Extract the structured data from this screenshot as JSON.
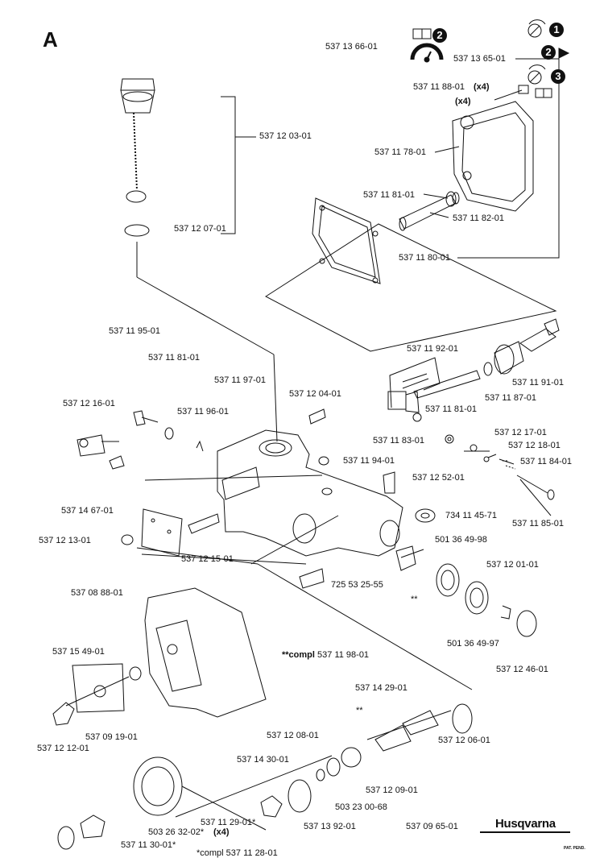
{
  "section": "A",
  "brand": "Husqvarna",
  "patent": "PAT. PEND.",
  "steps": [
    "1",
    "2",
    "3",
    "2"
  ],
  "footer_partial": "*compl 537 11 28-01",
  "parts": {
    "p_537136601": "537 13 66-01",
    "p_537136501": "537 13 65-01",
    "p_537118801": "537 11 88-01",
    "p_x4_a": "(x4)",
    "p_x4_b": "(x4)",
    "p_537120301": "537 12 03-01",
    "p_537117801": "537 11 78-01",
    "p_537118101a": "537 11 81-01",
    "p_537118201": "537 11 82-01",
    "p_537120701": "537 12 07-01",
    "p_537118001": "537 11 80-01",
    "p_537119501": "537 11 95-01",
    "p_537119201": "537 11 92-01",
    "p_537118101b": "537 11 81-01",
    "p_537119701": "537 11 97-01",
    "p_537119101": "537 11 91-01",
    "p_537120401": "537 12 04-01",
    "p_537121601": "537 12 16-01",
    "p_537119601": "537 11 96-01",
    "p_537118701": "537 11 87-01",
    "p_537118101c": "537 11 81-01",
    "p_537121701": "537 12 17-01",
    "p_537118301": "537 11 83-01",
    "p_537121801": "537 12 18-01",
    "p_537119401": "537 11 94-01",
    "p_537118401": "537 11 84-01",
    "p_537125201": "537 12 52-01",
    "p_537146701": "537 14 67-01",
    "p_734114571": "734 11 45-71",
    "p_537118501": "537 11 85-01",
    "p_537121301": "537 12 13-01",
    "p_501364998": "501 36 49-98",
    "p_537121501": "537 12 15-01",
    "p_537120101": "537 12 01-01",
    "p_725532555": "725 53 25-55",
    "p_starstar_a": "**",
    "p_537088801": "537 08 88-01",
    "p_501364997": "501 36 49-97",
    "p_537124601": "537 12 46-01",
    "p_compl_label": "**compl",
    "p_537119801": "537 11 98-01",
    "p_537154901": "537 15 49-01",
    "p_537142901": "537 14 29-01",
    "p_starstar_b": "**",
    "p_537091901": "537 09 19-01",
    "p_537121201": "537 12 12-01",
    "p_537120601": "537 12 06-01",
    "p_537120801": "537 12 08-01",
    "p_537143001": "537 14 30-01",
    "p_537120901": "537 12 09-01",
    "p_503230068": "503 23 00-68",
    "p_537112901": "537 11 29-01*",
    "p_503263202": "503 26 32-02*",
    "p_x4_c": "(x4)",
    "p_537139201": "537 13 92-01",
    "p_537096501": "537 09 65-01",
    "p_537113001": "537 11 30-01*"
  }
}
